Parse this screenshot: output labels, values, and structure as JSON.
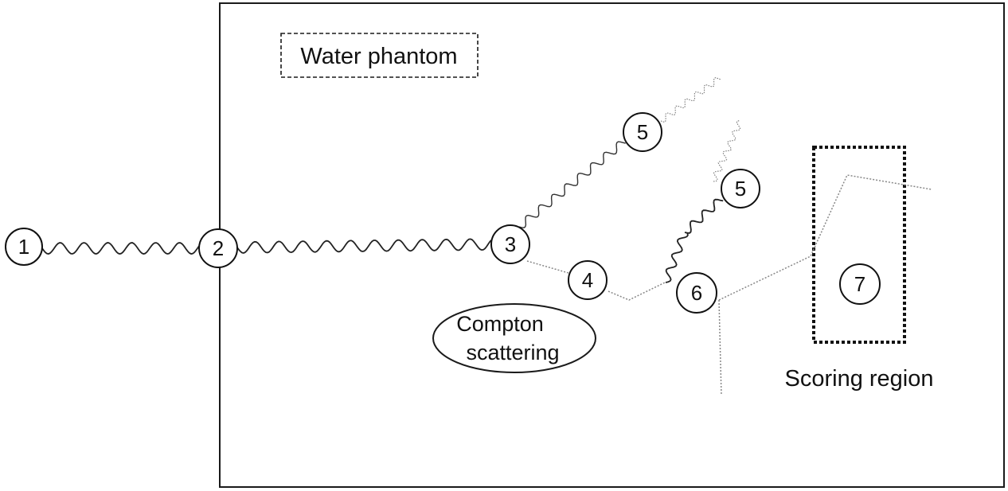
{
  "phantom_label": "Water phantom",
  "compton_label": [
    "Compton",
    "scattering"
  ],
  "scoring_label": "Scoring region",
  "markers": {
    "m1": "1",
    "m2": "2",
    "m3": "3",
    "m4": "4",
    "m5a": "5",
    "m5b": "5",
    "m6": "6",
    "m7": "7"
  }
}
